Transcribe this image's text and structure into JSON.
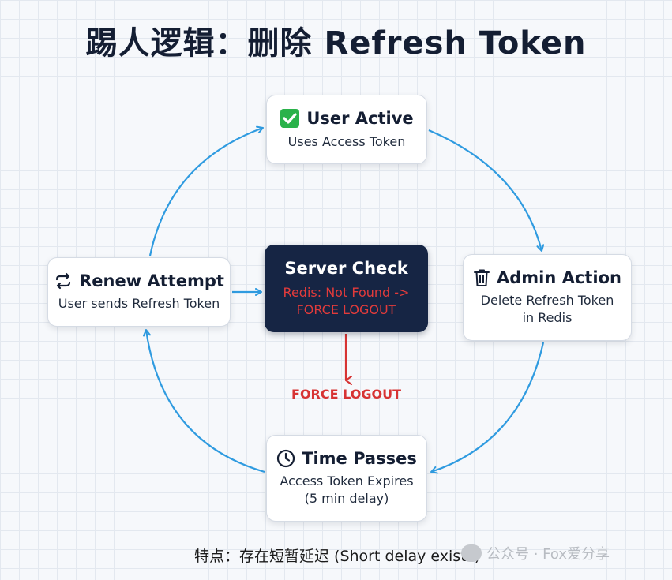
{
  "title": "踢人逻辑：删除 Refresh Token",
  "nodes": {
    "user_active": {
      "icon": "check-icon",
      "heading": "User Active",
      "lines": [
        "Uses Access Token"
      ]
    },
    "admin_action": {
      "icon": "trash-icon",
      "heading": "Admin Action",
      "lines": [
        "Delete Refresh Token",
        "in Redis"
      ]
    },
    "time_passes": {
      "icon": "clock-icon",
      "heading": "Time Passes",
      "lines": [
        "Access Token Expires",
        "(5 min delay)"
      ]
    },
    "renew_attempt": {
      "icon": "repeat-icon",
      "heading": "Renew Attempt",
      "lines": [
        "User sends Refresh Token"
      ]
    },
    "server_check": {
      "heading": "Server Check",
      "lines": [
        "Redis: Not Found ->",
        "FORCE LOGOUT"
      ]
    }
  },
  "force_logout_label": "FORCE LOGOUT",
  "footer": "特点：存在短暂延迟 (Short delay exists)",
  "watermark": "公众号 · Fox爱分享",
  "colors": {
    "arrow": "#2f9be0",
    "alert": "#d73333",
    "server_bg": "#162544",
    "check_green": "#2ab24a"
  }
}
